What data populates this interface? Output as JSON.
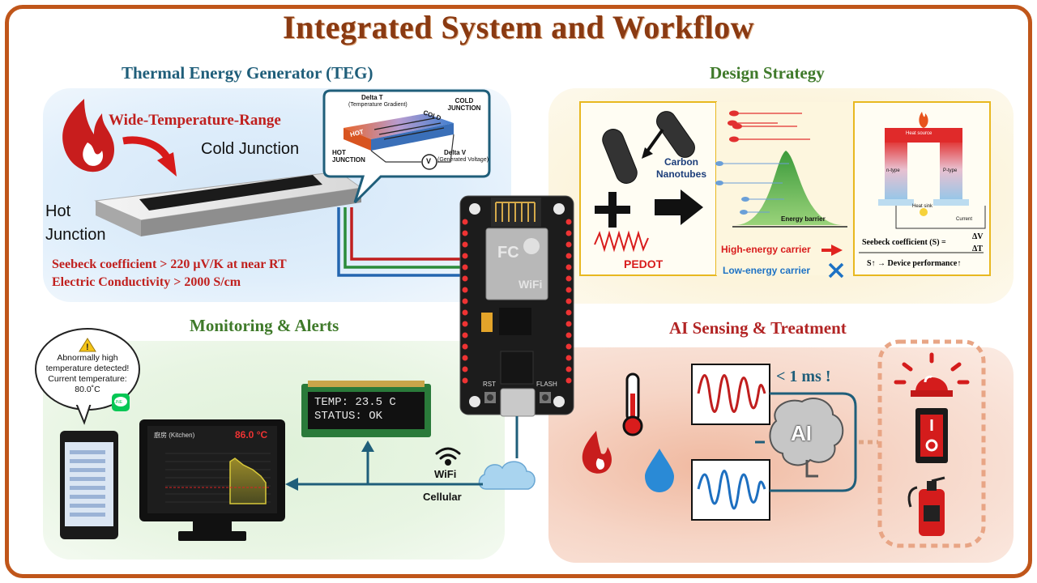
{
  "title": "Integrated System and Workflow",
  "teg": {
    "title": "Thermal Energy Generator (TEG)",
    "wide_range": "Wide-Temperature-Range",
    "cold_junction": "Cold Junction",
    "hot_junction_1": "Hot",
    "hot_junction_2": "Junction",
    "seebeck": "Seebeck coefficient > 220 μV/K at near RT",
    "conductivity": "Electric Conductivity > 2000 S/cm",
    "inset": {
      "delta_t": "Delta T",
      "temp_gradient": "(Temperature Gradient)",
      "cold_junction": "COLD JUNCTION",
      "hot_junction": "HOT JUNCTION",
      "cold": "COLD",
      "hot": "HOT",
      "v": "V",
      "delta_v": "Delta V",
      "generated_voltage": "(Generated Voltage)"
    }
  },
  "design": {
    "title": "Design Strategy",
    "carbon_nanotubes": "Carbon Nanotubes",
    "pedot": "PEDOT",
    "energy_barrier": "Energy barrier",
    "high_energy": "High-energy carrier",
    "low_energy": "Low-energy carrier",
    "heat_source": "Heat source",
    "n_type": "n-type",
    "p_type": "P-type",
    "heat_sink": "Heat sink",
    "current": "Current",
    "seebeck_eq": "Seebeck coefficient (S) =",
    "frac_num": "ΔV",
    "frac_den": "ΔT",
    "performance": "S↑ → Device performance↑"
  },
  "monitor": {
    "title": "Monitoring & Alerts",
    "alert_text": [
      "Abnormally high",
      "temperature detected!",
      "Current temperature:",
      "80.0˚C"
    ],
    "line_badge": "LINE",
    "lcd_line1": "TEMP: 23.5 C",
    "lcd_line2": "STATUS: OK",
    "screen_title": "廚房 (Kitchen)",
    "screen_temp": "86.0 °C",
    "wifi": "WiFi",
    "cellular": "Cellular",
    "board_rst": "RST",
    "board_flash": "FLASH"
  },
  "ai": {
    "title": "AI Sensing & Treatment",
    "latency": "< 1 ms !",
    "ai_label": "AI"
  },
  "colors": {
    "frame": "#c0561a",
    "title": "#8a3a12",
    "teg_title": "#1f5e7a",
    "green_title": "#3f7a2a",
    "red": "#c0201e"
  }
}
